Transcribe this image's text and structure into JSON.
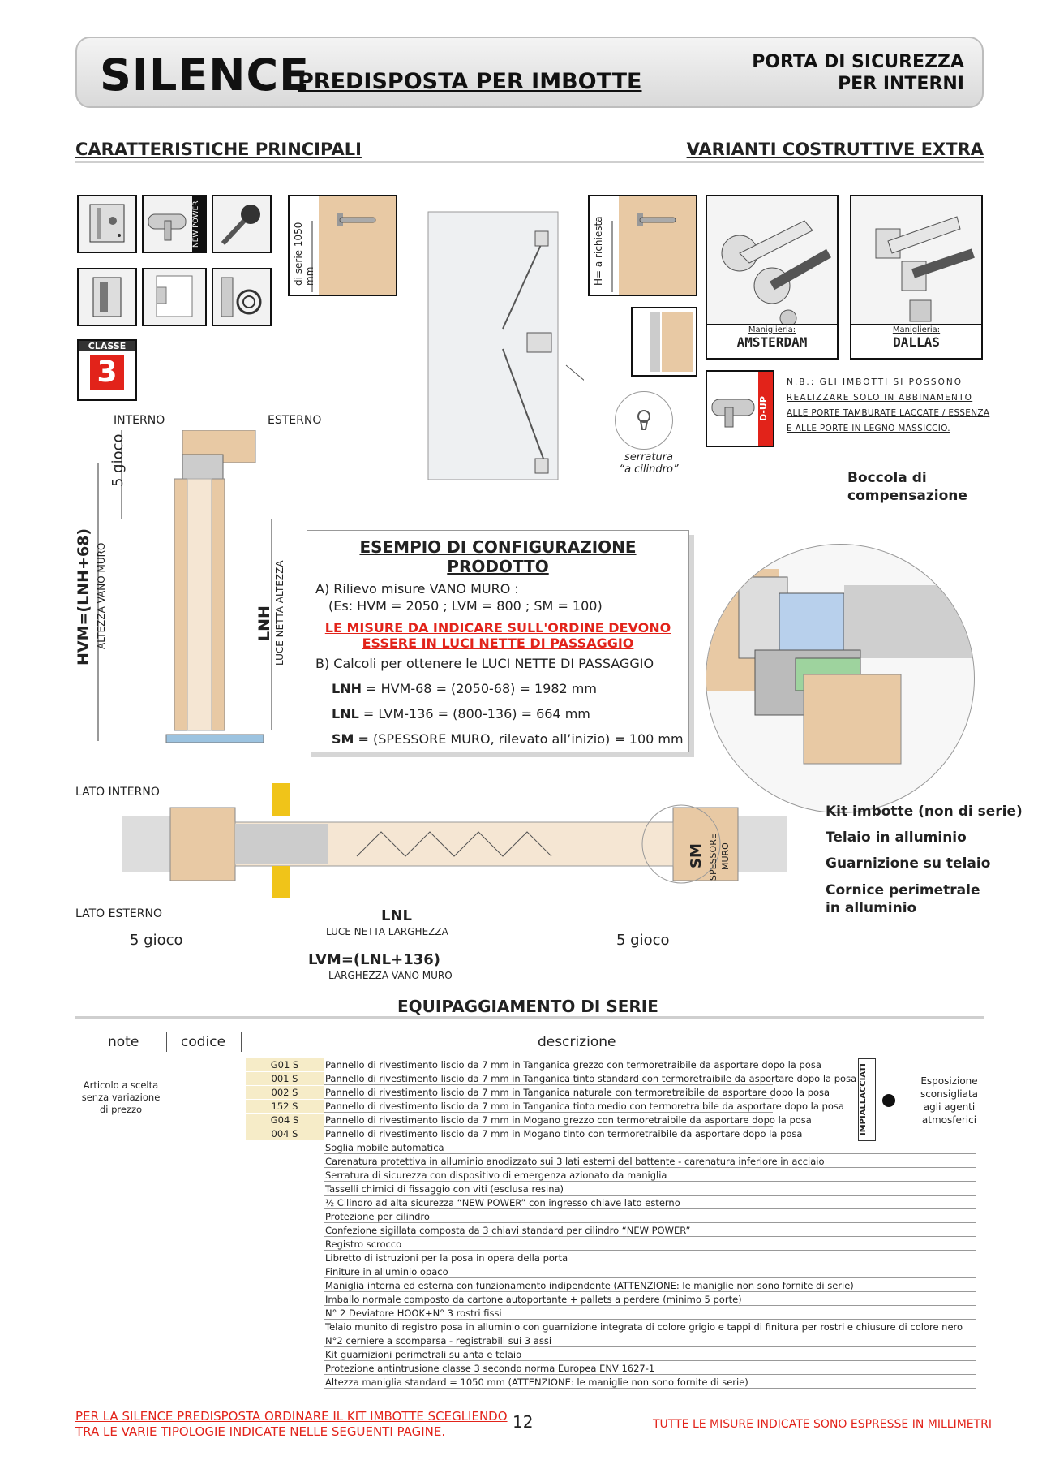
{
  "header": {
    "brand": "SILENCE",
    "subtitle": "PREDISPOSTA PER IMBOTTE",
    "product_line1": "PORTA DI SICUREZZA",
    "product_line2": "PER INTERNI"
  },
  "sections": {
    "left": "CARATTERISTICHE PRINCIPALI",
    "right": "VARIANTI COSTRUTTIVE EXTRA",
    "equipment": "EQUIPAGGIAMENTO DI SERIE"
  },
  "badges": {
    "new_power": "NEW POWER",
    "classe_label": "CLASSE",
    "classe_num": "3",
    "d_up": "D-UP"
  },
  "handle_height": {
    "standard": "di serie 1050 mm",
    "custom": "H= a richiesta"
  },
  "handles": [
    {
      "caption": "Maniglieria:",
      "name": "AMSTERDAM"
    },
    {
      "caption": "Maniglieria:",
      "name": "DALLAS"
    }
  ],
  "lock_note": {
    "line1": "serratura",
    "line2": "“a cilindro”"
  },
  "nb_note": [
    "N.B.: GLI IMBOTTI SI POSSONO",
    "REALIZZARE SOLO IN ABBINAMENTO",
    "ALLE PORTE TAMBURATE LACCATE / ESSENZA",
    "E ALLE PORTE IN LEGNO MASSICCIO."
  ],
  "section_view": {
    "interno": "INTERNO",
    "esterno": "ESTERNO",
    "gioco": "5 gioco",
    "hvm": "HVM=(LNH+68)",
    "hvm_desc": "ALTEZZA VANO MURO",
    "lnh": "LNH",
    "lnh_desc": "LUCE NETTA ALTEZZA"
  },
  "example": {
    "title": "ESEMPIO DI CONFIGURAZIONE PRODOTTO",
    "a_line": "A) Rilievo misure VANO MURO :",
    "a_example": "(Es: HVM = 2050 ; LVM = 800 ; SM = 100)",
    "warning1": "LE MISURE DA INDICARE SULL'ORDINE DEVONO",
    "warning2": "ESSERE IN LUCI NETTE DI PASSAGGIO",
    "b_line": "B) Calcoli per ottenere le LUCI NETTE DI PASSAGGIO",
    "calc": [
      {
        "key": "LNH",
        "expr": " = HVM-68 = (2050-68) = 1982 mm"
      },
      {
        "key": "LNL",
        "expr": " = LVM-136 = (800-136) = 664 mm"
      },
      {
        "key": "SM",
        "expr": " = (SPESSORE MURO, rilevato all’inizio) = 100 mm"
      }
    ]
  },
  "detail_labels": {
    "boccola1": "Boccola di",
    "boccola2": "compensazione",
    "kit": "Kit imbotte (non di serie)",
    "telaio": "Telaio in alluminio",
    "guarnizione": "Guarnizione su telaio",
    "cornice1": "Cornice perimetrale",
    "cornice2": "in alluminio"
  },
  "plan_view": {
    "lato_interno": "LATO INTERNO",
    "lato_esterno": "LATO ESTERNO",
    "gioco_left": "5 gioco",
    "gioco_right": "5 gioco",
    "lnl": "LNL",
    "lnl_desc": "LUCE NETTA LARGHEZZA",
    "lvm": "LVM=(LNL+136)",
    "lvm_desc": "LARGHEZZA VANO MURO",
    "sm": "SM",
    "sm_desc1": "SPESSORE",
    "sm_desc2": "MURO"
  },
  "equipment": {
    "headers": {
      "note": "note",
      "code": "codice",
      "desc": "descrizione"
    },
    "note_text": [
      "Articolo a scelta",
      "senza variazione",
      "di prezzo"
    ],
    "impiallacciati": "IMPIALLACCIATI",
    "exposure_note": [
      "Esposizione",
      "sconsigliata",
      "agli agenti",
      "atmosferici"
    ],
    "rows": [
      {
        "code": "G01 S",
        "desc": "Pannello di rivestimento liscio da 7 mm in Tanganica grezzo con termoretraibile da asportare dopo la posa"
      },
      {
        "code": "001 S",
        "desc": "Pannello di rivestimento liscio da 7 mm in Tanganica tinto standard con termoretraibile da asportare dopo la posa"
      },
      {
        "code": "002 S",
        "desc": "Pannello di rivestimento liscio da 7 mm in Tanganica naturale con termoretraibile da asportare dopo la posa"
      },
      {
        "code": "152 S",
        "desc": "Pannello di rivestimento liscio da 7 mm in Tanganica tinto medio con termoretraibile da asportare dopo la posa"
      },
      {
        "code": "G04 S",
        "desc": "Pannello di rivestimento liscio da 7 mm in Mogano grezzo con termoretraibile da asportare dopo la posa"
      },
      {
        "code": "004 S",
        "desc": "Pannello di rivestimento liscio da 7 mm in Mogano tinto con termoretraibile da asportare dopo la posa"
      },
      {
        "code": "",
        "desc": "Soglia mobile automatica"
      },
      {
        "code": "",
        "desc": "Carenatura protettiva in alluminio anodizzato sui 3 lati esterni del battente - carenatura inferiore in acciaio"
      },
      {
        "code": "",
        "desc": "Serratura di sicurezza con dispositivo di emergenza azionato da maniglia"
      },
      {
        "code": "",
        "desc": "Tasselli chimici di fissaggio con viti (esclusa resina)"
      },
      {
        "code": "",
        "desc": "½ Cilindro ad alta sicurezza “NEW POWER” con ingresso chiave lato esterno"
      },
      {
        "code": "",
        "desc": "Protezione per cilindro"
      },
      {
        "code": "",
        "desc": "Confezione sigillata composta da 3 chiavi standard per cilindro “NEW POWER”"
      },
      {
        "code": "",
        "desc": "Registro scrocco"
      },
      {
        "code": "",
        "desc": "Libretto di istruzioni per la posa in opera della porta"
      },
      {
        "code": "",
        "desc": "Finiture in alluminio opaco"
      },
      {
        "code": "",
        "desc": "Maniglia interna ed esterna con funzionamento indipendente (ATTENZIONE: le maniglie non sono fornite di serie)"
      },
      {
        "code": "",
        "desc": "Imballo normale composto da cartone autoportante + pallets a perdere (minimo 5 porte)"
      },
      {
        "code": "",
        "desc": "N° 2 Deviatore HOOK+N° 3 rostri fissi"
      },
      {
        "code": "",
        "desc": "Telaio munito di registro posa in alluminio con guarnizione integrata di colore grigio e tappi di finitura per rostri e chiusure di colore nero"
      },
      {
        "code": "",
        "desc": "N°2 cerniere a scomparsa - registrabili sui 3 assi"
      },
      {
        "code": "",
        "desc": "Kit guarnizioni perimetrali su anta e telaio"
      },
      {
        "code": "",
        "desc": "Protezione antintrusione classe 3 secondo norma Europea ENV 1627-1"
      },
      {
        "code": "",
        "desc": "Altezza maniglia standard = 1050 mm (ATTENZIONE: le maniglie non sono fornite di serie)"
      }
    ]
  },
  "footer": {
    "left1": "PER LA SILENCE PREDISPOSTA ORDINARE IL KIT IMBOTTE SCEGLIENDO",
    "left2": "TRA LE VARIE TIPOLOGIE INDICATE NELLE SEGUENTI PAGINE.",
    "page": "12",
    "right": "TUTTE LE MISURE INDICATE SONO ESPRESSE IN MILLIMETRI"
  },
  "colors": {
    "accent_red": "#e2231a",
    "wood": "#e8c9a4",
    "frame_gray": "#9a9a9a",
    "handle_yellow": "#f0c419"
  }
}
